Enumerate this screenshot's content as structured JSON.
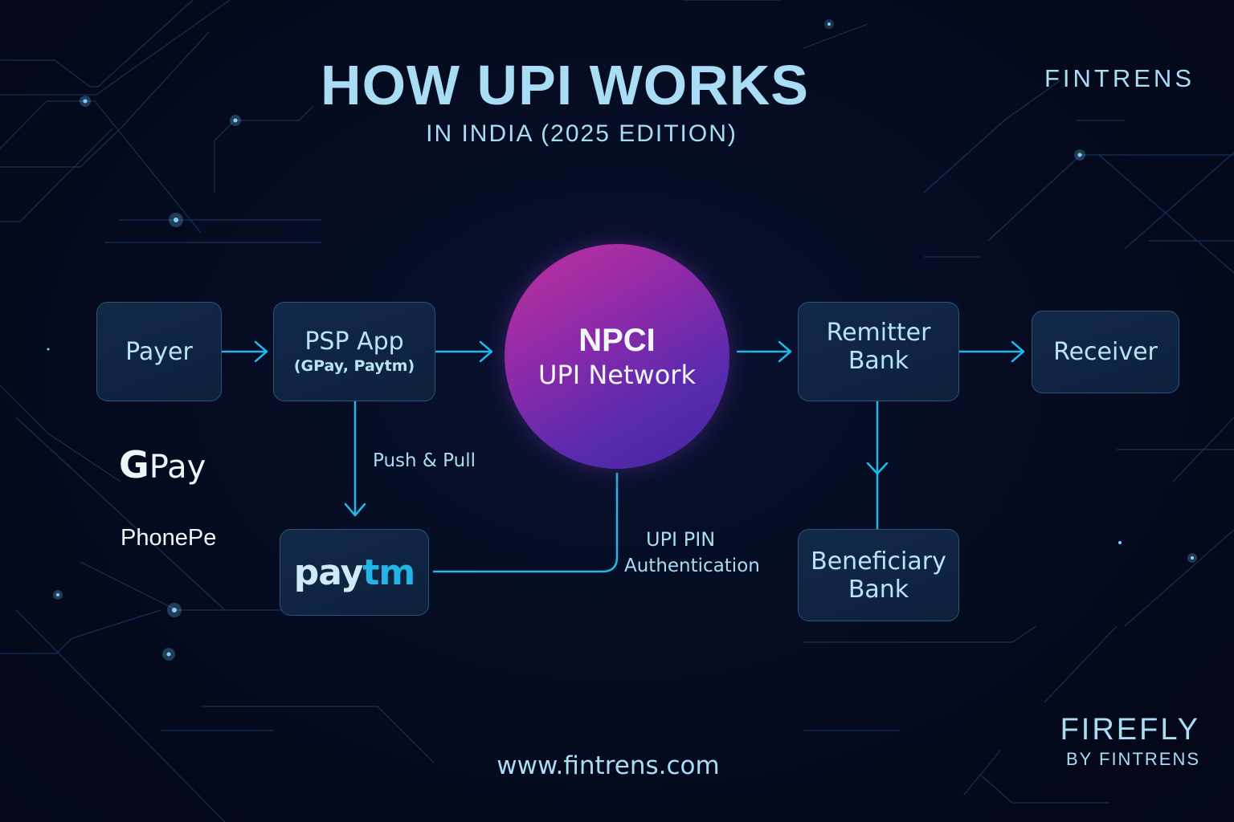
{
  "header": {
    "title": "HOW UPI WORKS",
    "subtitle": "IN INDIA (2025 EDITION)",
    "brand": "FINTRENS"
  },
  "nodes": {
    "payer": {
      "label": "Payer"
    },
    "psp_app": {
      "label": "PSP App",
      "sublabel": "(GPay, Paytm)"
    },
    "npci": {
      "title": "NPCI",
      "subtitle": "UPI Network"
    },
    "remitter_bank": {
      "line1": "Remitter",
      "line2": "Bank"
    },
    "receiver": {
      "label": "Receiver"
    },
    "beneficiary_bank": {
      "line1": "Beneficiary",
      "line2": "Bank"
    },
    "paytm": {
      "pay": "pay",
      "tm": "tm"
    }
  },
  "edge_labels": {
    "push_pull": "Push & Pull",
    "upi_pin": "UPI PIN",
    "authentication": "Authentication"
  },
  "app_logos": {
    "gpay_g": "G",
    "gpay_pay": "Pay",
    "phonepe": "PhonePe"
  },
  "footer": {
    "url": "www.fintrens.com",
    "brand_line1": "FIREFLY",
    "brand_line2": "BY FINTRENS"
  },
  "colors": {
    "background": "#050b1f",
    "accent_cyan": "#1fb8e8",
    "text_light_blue": "#a9dcf5",
    "box_fill": "#0f2542",
    "box_border": "#2b5478",
    "npci_gradient_start": "#c0319c",
    "npci_gradient_end": "#4126a0",
    "paytm_tm": "#24b4e6"
  }
}
